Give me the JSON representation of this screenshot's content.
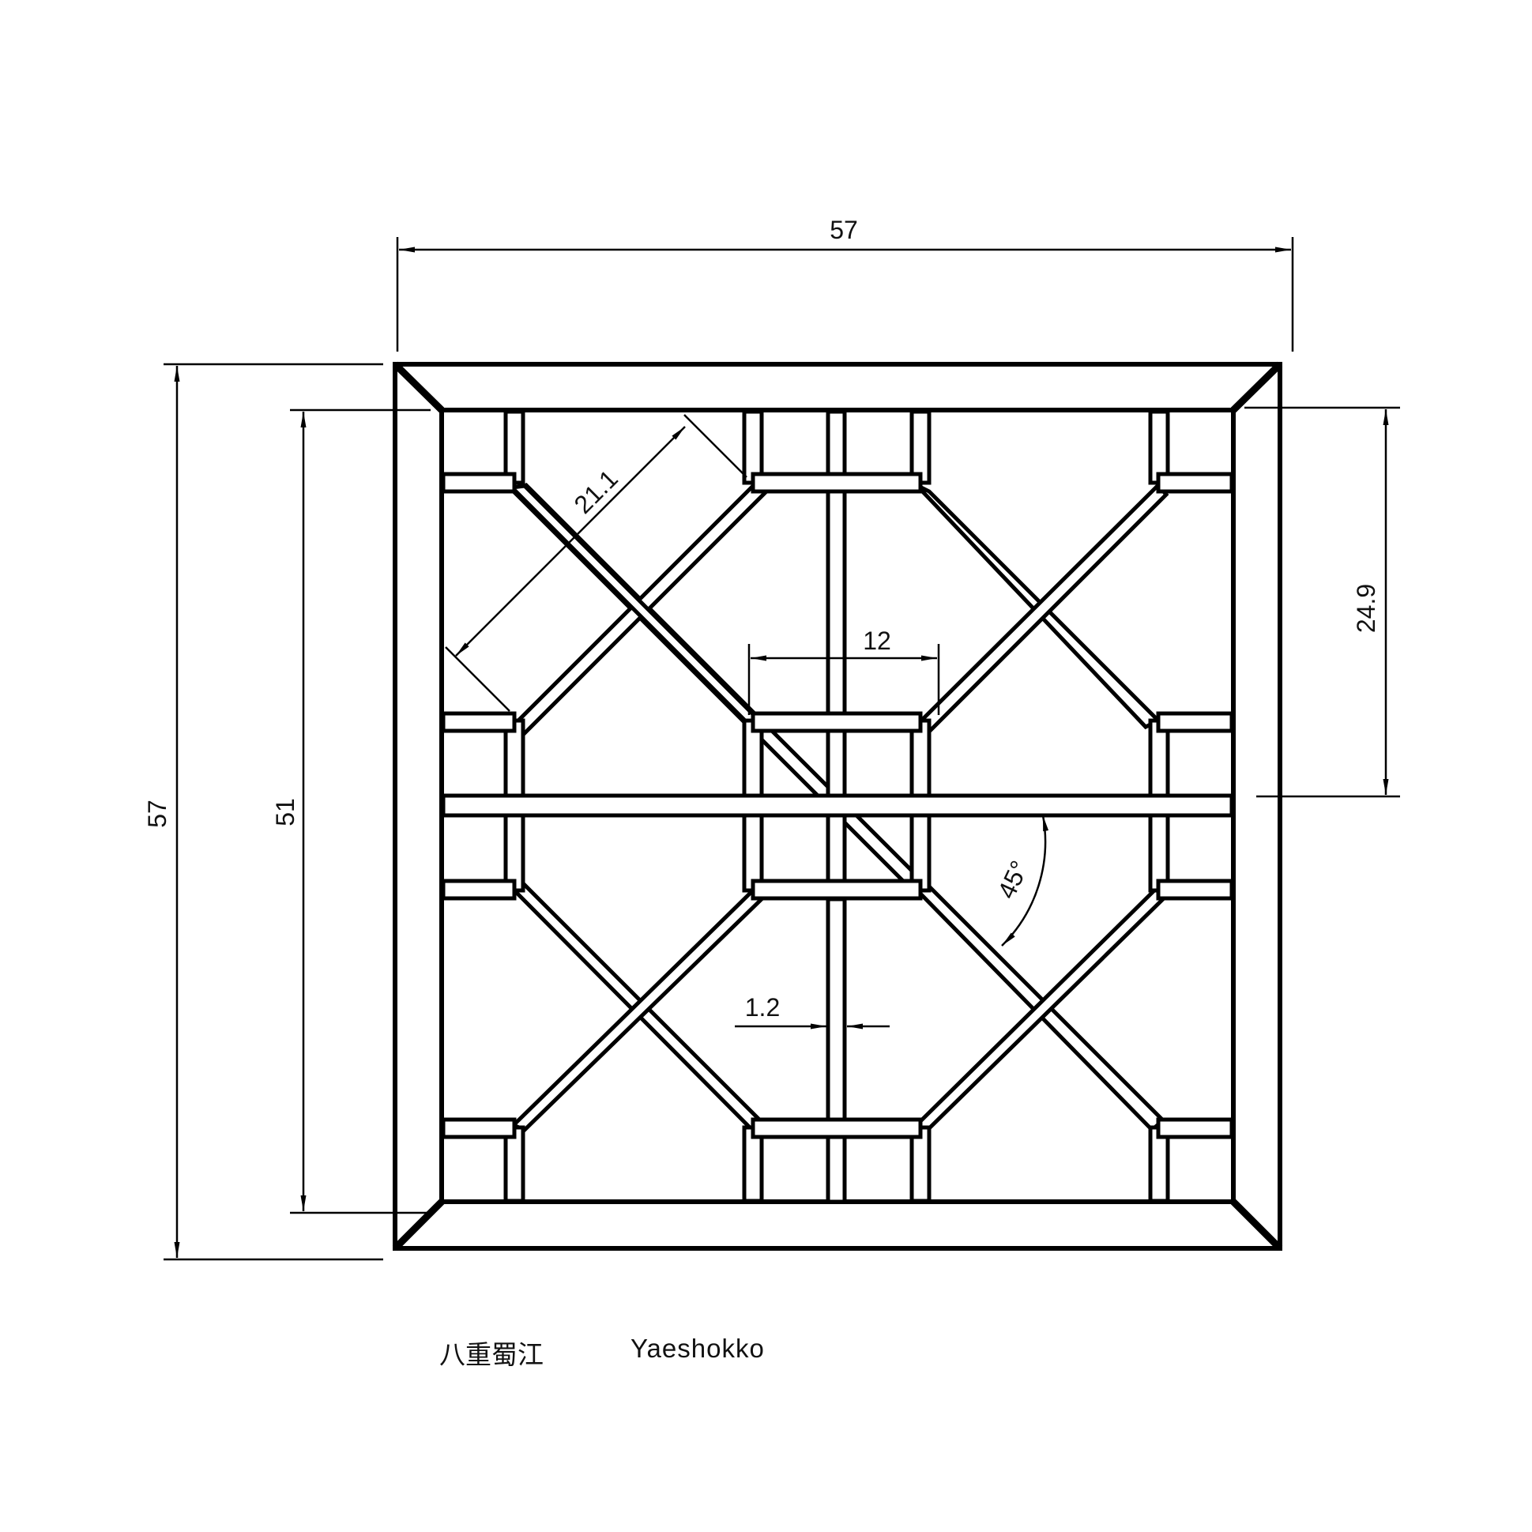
{
  "drawing": {
    "title_jp": "八重蜀江",
    "title_en": "Yaeshokko",
    "dimensions": {
      "overall_width": "57",
      "overall_height": "57",
      "inner_height": "51",
      "half_height": "24.9",
      "diagonal_length": "21.1",
      "center_box_width": "12",
      "bar_width": "1.2",
      "angle": "45°"
    },
    "colors": {
      "line": "#000000",
      "background": "#ffffff"
    }
  }
}
